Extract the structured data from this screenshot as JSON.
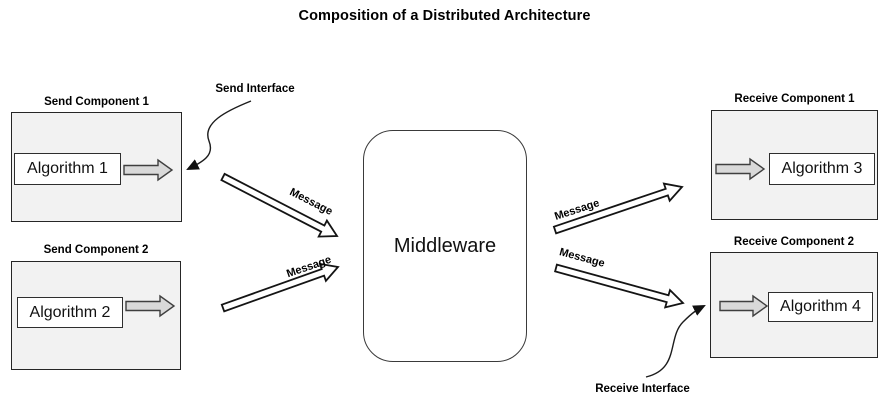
{
  "title": "Composition of a Distributed Architecture",
  "components": {
    "send1": {
      "label": "Send Component 1",
      "algorithm": "Algorithm 1"
    },
    "send2": {
      "label": "Send Component 2",
      "algorithm": "Algorithm 2"
    },
    "receive1": {
      "label": "Receive Component 1",
      "algorithm": "Algorithm 3"
    },
    "receive2": {
      "label": "Receive Component 2",
      "algorithm": "Algorithm 4"
    }
  },
  "middleware": {
    "label": "Middleware"
  },
  "annotations": {
    "send_interface": "Send Interface",
    "receive_interface": "Receive Interface"
  },
  "message_labels": [
    "Message",
    "Message",
    "Message",
    "Message"
  ],
  "colors": {
    "component_fill": "#f2f2f2",
    "algorithm_fill": "#ffffff",
    "block_arrow_fill": "#d9d9d9",
    "line": "#1a1a1a",
    "background": "#ffffff"
  }
}
